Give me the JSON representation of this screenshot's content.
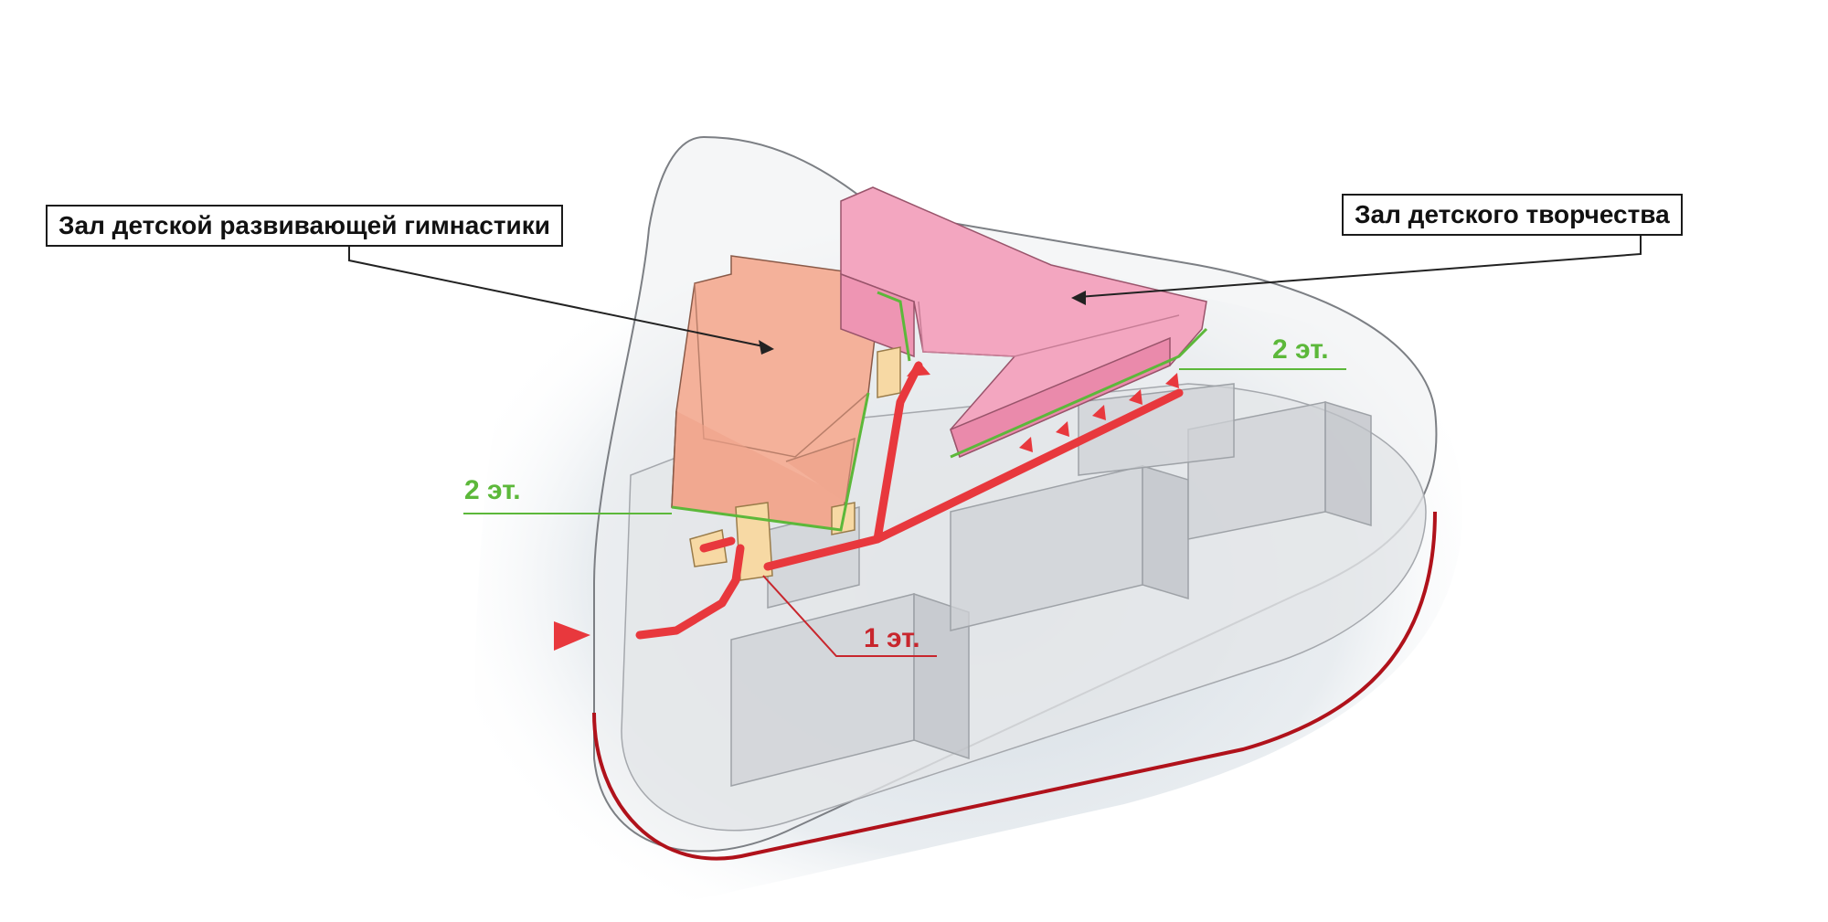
{
  "labels": {
    "gym_hall": "Зал детской развивающей гимнастики",
    "creativity_hall": "Зал детского творчества",
    "floor2_left": "2  эт.",
    "floor2_right": "2  эт.",
    "floor1": "1  эт."
  },
  "colors": {
    "gym_block": "#f4b19a",
    "creativity_block": "#f3a6c0",
    "floor2_line": "#5cb83a",
    "route": "#e8383d",
    "floor1_text": "#c8262d",
    "building_edge": "#b0121b",
    "envelope": "#e9ebee"
  }
}
